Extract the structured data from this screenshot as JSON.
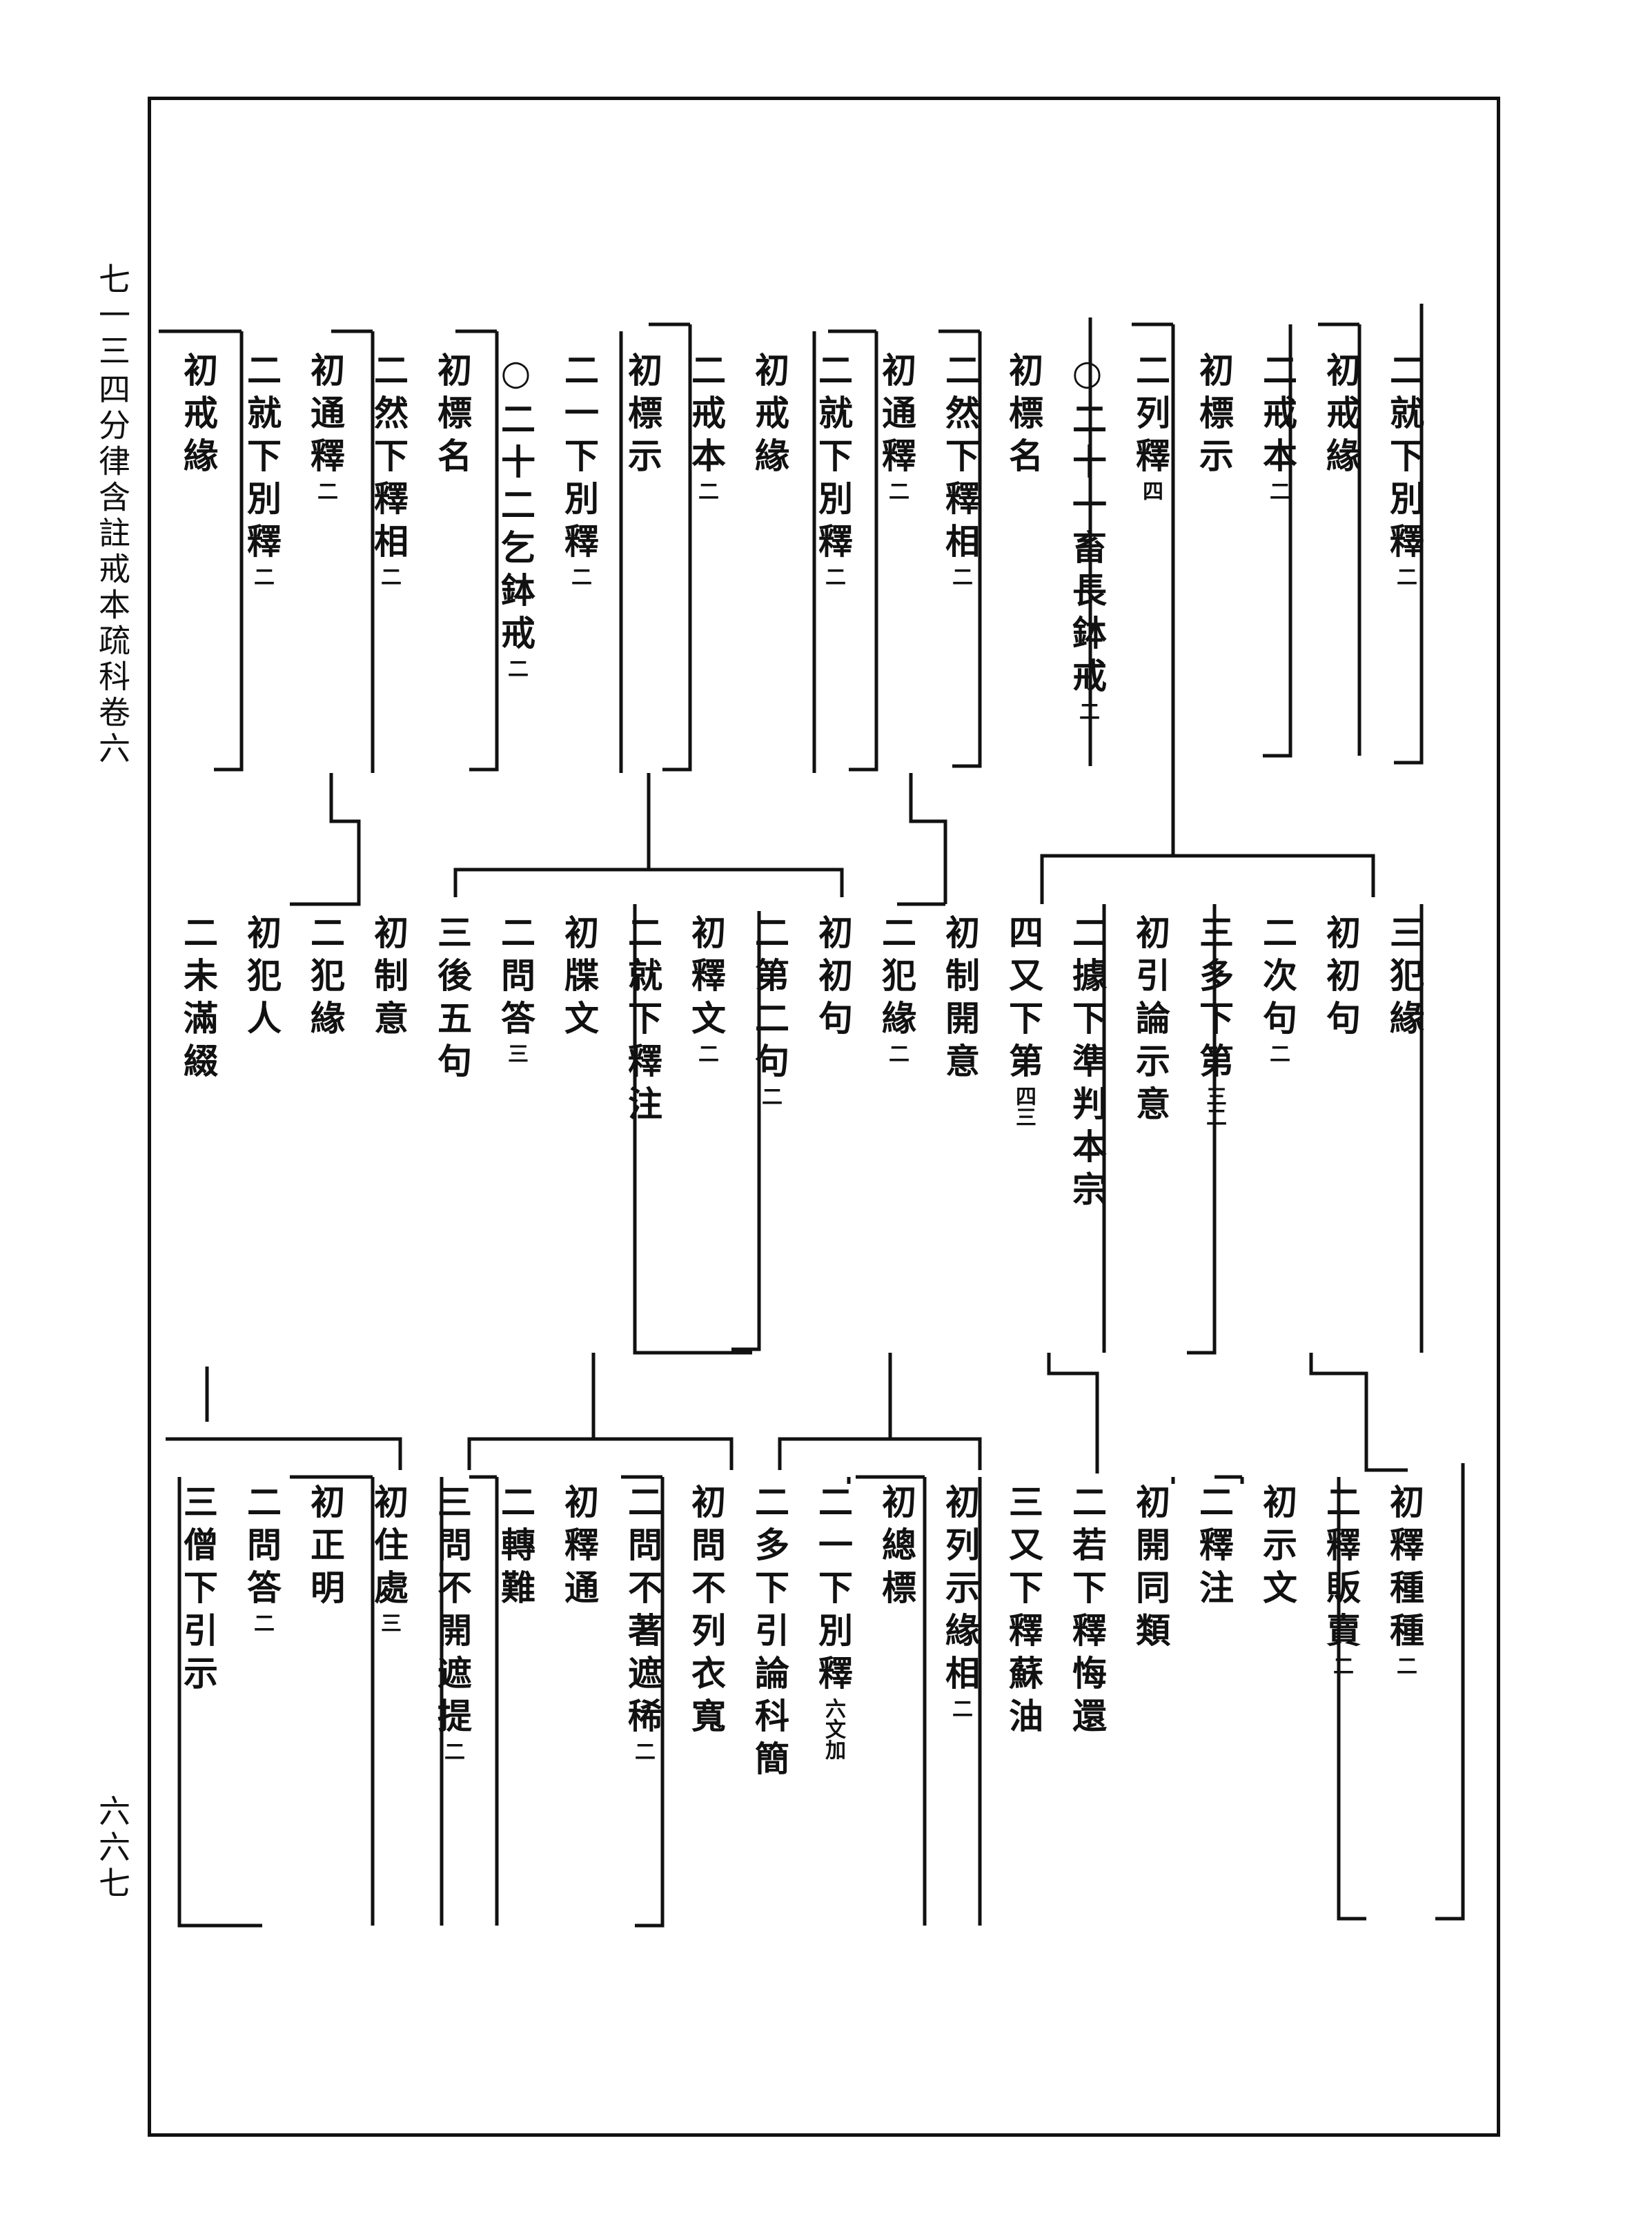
{
  "header": {
    "page_ref": "七一三",
    "book_title": "四分律含註戒本疏科卷六",
    "page_number": "六六七"
  },
  "rows": [
    {
      "columns": [
        {
          "t": "二就下別釋",
          "n": "二"
        },
        {
          "t": "初戒緣",
          "n": ""
        },
        {
          "t": "二戒本",
          "n": "二"
        },
        {
          "t": "初標示",
          "n": ""
        },
        {
          "t": "二列釋",
          "n": "四"
        },
        {
          "t": "○二十一畜長鉢戒",
          "n": "二"
        },
        {
          "t": "初標名",
          "n": ""
        },
        {
          "t": "二然下釋相",
          "n": "二"
        },
        {
          "t": "初通釋",
          "n": "二"
        },
        {
          "t": "二就下別釋",
          "n": "二"
        },
        {
          "t": "初戒緣",
          "n": ""
        },
        {
          "t": "二戒本",
          "n": "二"
        },
        {
          "t": "初標示",
          "n": ""
        },
        {
          "t": "二一下別釋",
          "n": "二"
        },
        {
          "t": "○二十二乞鉢戒",
          "n": "二"
        },
        {
          "t": "初標名",
          "n": ""
        },
        {
          "t": "二然下釋相",
          "n": "二"
        },
        {
          "t": "初通釋",
          "n": "二"
        },
        {
          "t": "二就下別釋",
          "n": "二"
        },
        {
          "t": "初戒緣",
          "n": ""
        }
      ]
    },
    {
      "columns": [
        {
          "t": "三犯緣",
          "n": ""
        },
        {
          "t": "初初句",
          "n": ""
        },
        {
          "t": "二次句",
          "n": "二"
        },
        {
          "t": "三多下第",
          "n": "三二"
        },
        {
          "t": "初引論示意",
          "n": ""
        },
        {
          "t": "二據下準判本宗",
          "n": ""
        },
        {
          "t": "四又下第",
          "n": "四三"
        },
        {
          "t": "初制開意",
          "n": ""
        },
        {
          "t": "二犯緣",
          "n": "二"
        },
        {
          "t": "初初句",
          "n": ""
        },
        {
          "t": "二第二句",
          "n": "二"
        },
        {
          "t": "初釋文",
          "n": "二"
        },
        {
          "t": "二就下釋注",
          "n": ""
        },
        {
          "t": "初牒文",
          "n": ""
        },
        {
          "t": "二問答",
          "n": "三"
        },
        {
          "t": "三後五句",
          "n": ""
        },
        {
          "t": "初制意",
          "n": ""
        },
        {
          "t": "二犯緣",
          "n": ""
        },
        {
          "t": "初犯人",
          "n": ""
        },
        {
          "t": "二未滿綴",
          "n": ""
        }
      ]
    },
    {
      "columns": [
        {
          "t": "初釋種種",
          "n": "二"
        },
        {
          "t": "二釋販賣",
          "n": "二"
        },
        {
          "t": "初示文",
          "n": ""
        },
        {
          "t": "二釋注",
          "n": ""
        },
        {
          "t": "初開同類",
          "n": ""
        },
        {
          "t": "二若下釋悔還",
          "n": ""
        },
        {
          "t": "三又下釋蘇油",
          "n": ""
        },
        {
          "t": "初列示緣相",
          "n": "二"
        },
        {
          "t": "初總標",
          "n": ""
        },
        {
          "t": "二一下別釋",
          "n": "六文加"
        },
        {
          "t": "二多下引論科簡",
          "n": ""
        },
        {
          "t": "初問不列衣寬",
          "n": ""
        },
        {
          "t": "二問不著遮稀",
          "n": "二"
        },
        {
          "t": "初釋通",
          "n": ""
        },
        {
          "t": "二轉難",
          "n": ""
        },
        {
          "t": "三問不開遮提",
          "n": "二"
        },
        {
          "t": "初住處",
          "n": "三"
        },
        {
          "t": "初正明",
          "n": ""
        },
        {
          "t": "二問答",
          "n": "二"
        },
        {
          "t": "三僧下引示",
          "n": ""
        }
      ]
    }
  ]
}
